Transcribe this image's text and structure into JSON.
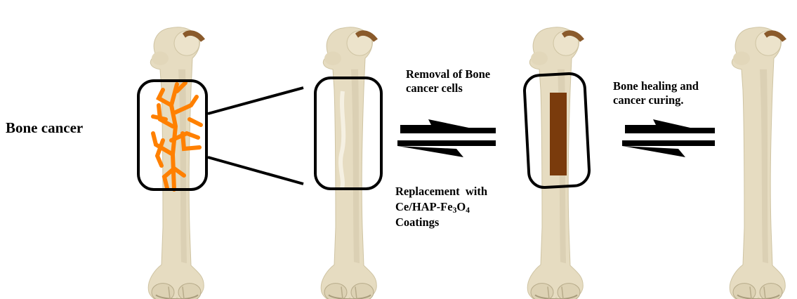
{
  "labels": {
    "bone_cancer": "Bone cancer",
    "removal": [
      "Removal of Bone",
      "cancer cells"
    ],
    "replacement_1": "Replacement  with",
    "replacement_2": {
      "pre": "Ce/HAP-Fe",
      "sub1": "3",
      "mid": "O",
      "sub2": "4"
    },
    "replacement_3": "Coatings",
    "healing": [
      "Bone healing and",
      "cancer curing."
    ]
  },
  "colors": {
    "bone_fill": "#e6dcc1",
    "bone_shade": "#d3c7a6",
    "bone_dark": "#b7ab8a",
    "cartilage": "#8a5a2b",
    "tumor": "#ff8000",
    "implant": "#7a3b0c",
    "outline": "#000000"
  }
}
